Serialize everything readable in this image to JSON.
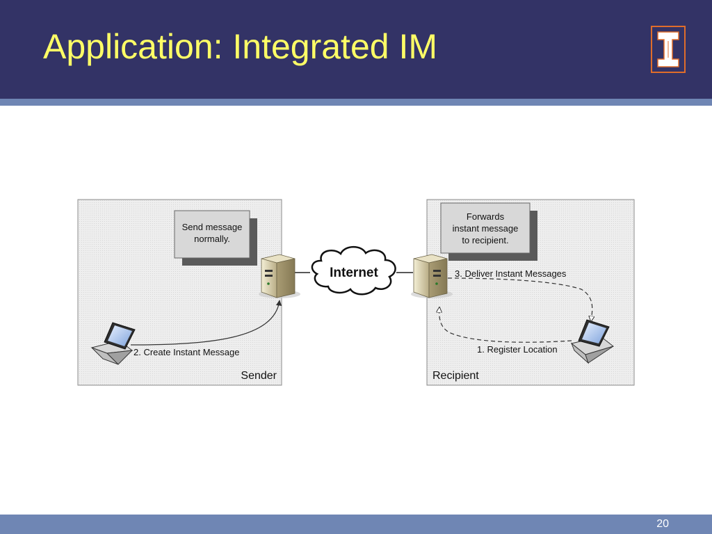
{
  "slide": {
    "title": "Application: Integrated IM",
    "page_number": "20"
  },
  "colors": {
    "header_bg": "#333366",
    "title_text": "#ffff66",
    "accent_band": "#6f86b4",
    "logo_orange": "#e06d2a"
  },
  "icons": {
    "logo": "illinois-block-i-logo",
    "server": "server-tower-icon",
    "laptop": "laptop-icon",
    "cloud": "cloud-icon"
  },
  "diagram": {
    "sender_panel": {
      "label": "Sender",
      "note_line1": "Send message",
      "note_line2": "normally.",
      "step_label": "2. Create Instant Message"
    },
    "recipient_panel": {
      "label": "Recipient",
      "note_line1": "Forwards",
      "note_line2": "instant message",
      "note_line3": "to recipient.",
      "deliver_label": "3. Deliver Instant Messages",
      "register_label": "1. Register Location"
    },
    "cloud_label": "Internet"
  }
}
